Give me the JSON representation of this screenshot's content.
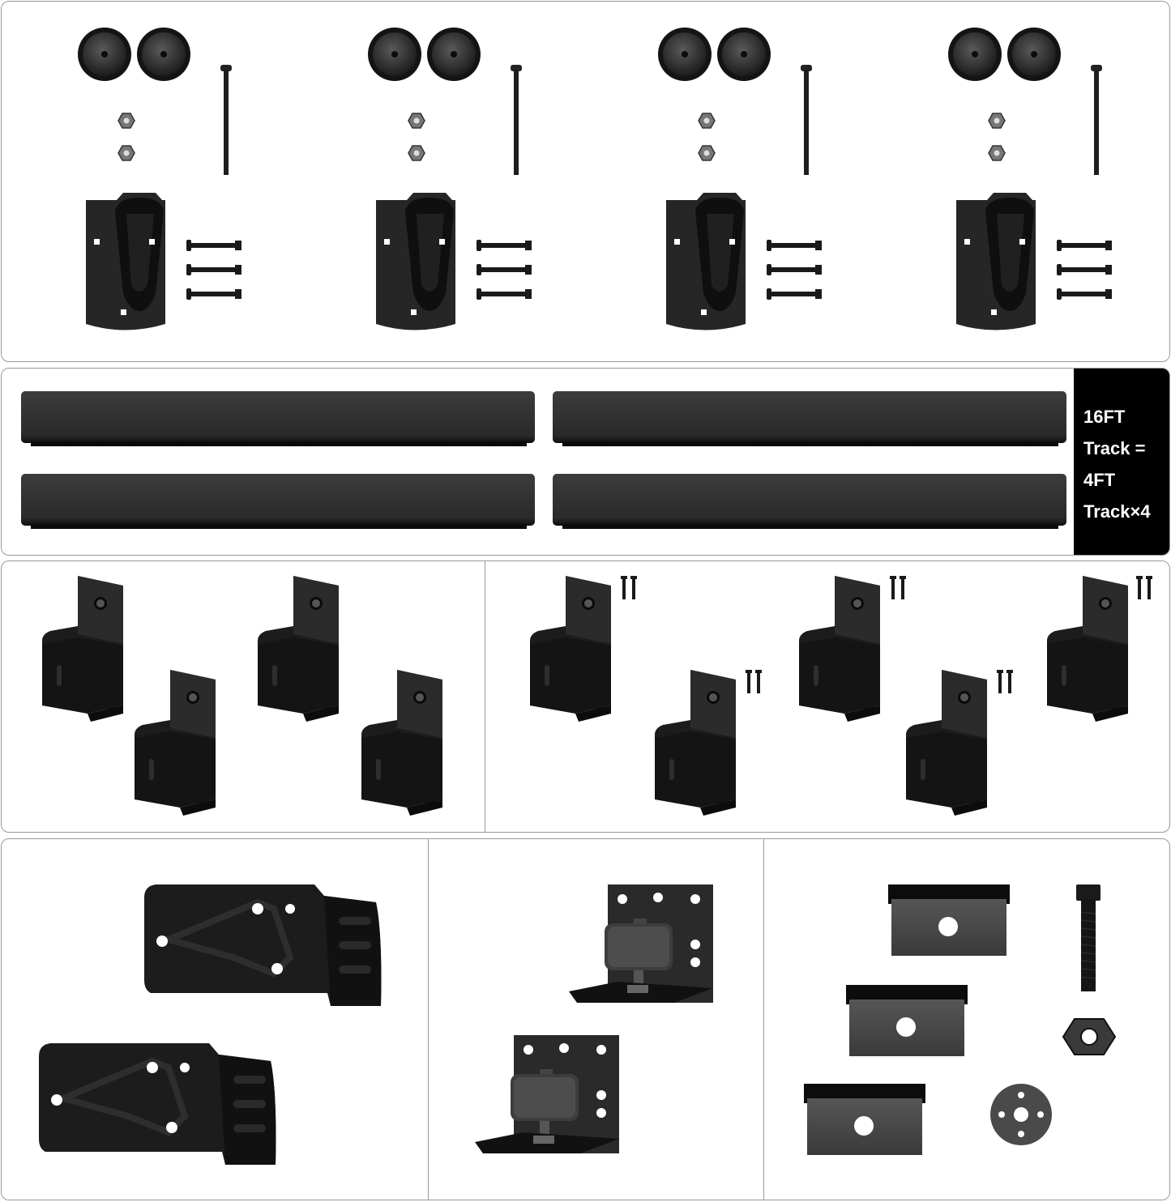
{
  "track_label": {
    "line1": "16FT",
    "line2": "Track =",
    "line3": "4FT",
    "line4": "Track×4"
  },
  "icons": {
    "roller": "roller-wheel-icon",
    "hanger": "hanger-strap-icon",
    "track": "track-rail-icon",
    "bracket": "wall-bracket-icon",
    "hinge": "hinge-plate-icon",
    "floor_guide": "floor-guide-icon",
    "spacer": "spacer-block-icon"
  },
  "colors": {
    "part": "#1f1f1f",
    "part_light": "#3a3a3a",
    "border": "#9a9a9a",
    "label_bg": "#000000",
    "label_text": "#ffffff"
  }
}
